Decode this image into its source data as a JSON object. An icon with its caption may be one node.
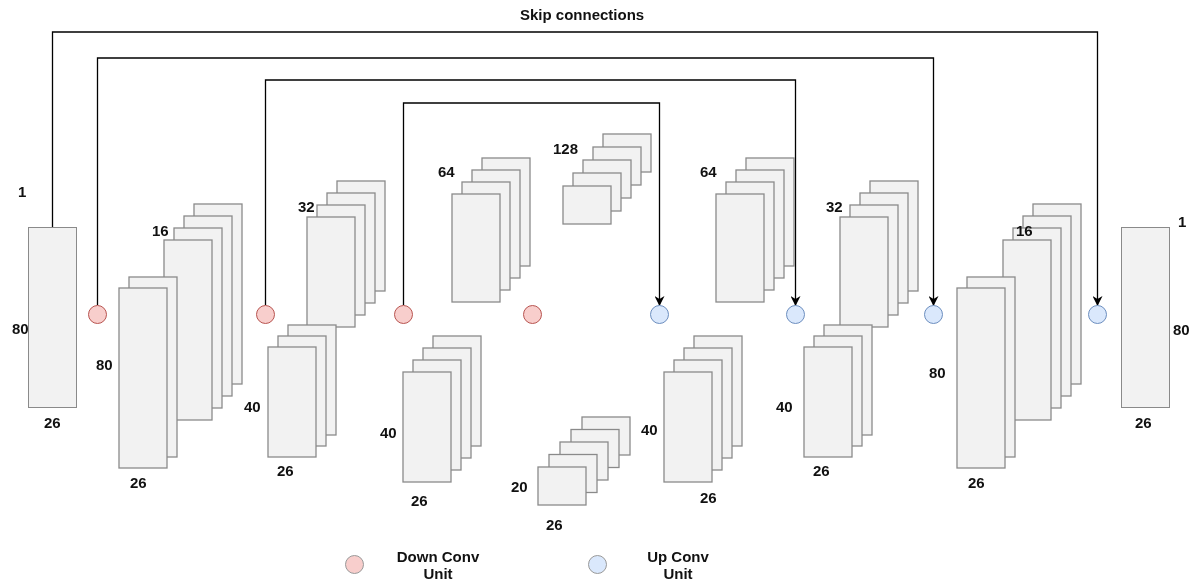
{
  "diagram": {
    "nodes": [
      {
        "text": [],
        "shape": "box",
        "beside": [
          "1",
          "80",
          "26"
        ]
      },
      {
        "text": [],
        "shape": "circle"
      },
      {
        "text": [],
        "shape": "circle"
      },
      {
        "text": [],
        "shape": "circle"
      },
      {
        "text": [],
        "shape": "circle"
      },
      {
        "text": [],
        "shape": "circle"
      },
      {
        "text": [],
        "shape": "circle"
      },
      {
        "text": [],
        "shape": "circle"
      },
      {
        "text": [],
        "shape": "circle"
      },
      {
        "text": [],
        "shape": "box",
        "beside": [
          "1",
          "80",
          "26"
        ]
      }
    ],
    "edges": [
      {
        "from": 0,
        "to": 8,
        "arrow": "to"
      },
      {
        "from": 1,
        "to": 7,
        "arrow": "to"
      },
      {
        "from": 2,
        "to": 6,
        "arrow": "to"
      },
      {
        "from": 3,
        "to": 5,
        "arrow": "to"
      }
    ],
    "labels": [
      "Skip connections",
      "16",
      "80",
      "26",
      "32",
      "40",
      "26",
      "64",
      "40",
      "26",
      "128",
      "20",
      "26",
      "64",
      "40",
      "26",
      "32",
      "40",
      "26",
      "16",
      "80",
      "26"
    ],
    "legend": [
      {
        "text": "Down Conv Unit",
        "color": "#f8cecc"
      },
      {
        "text": "Up Conv Unit",
        "color": "#dae8fc"
      }
    ]
  }
}
